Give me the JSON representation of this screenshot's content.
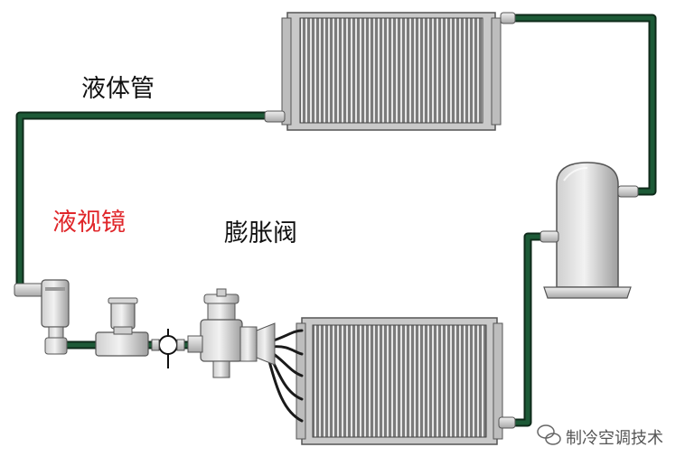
{
  "labels": {
    "liquid_line": "液体管",
    "sight_glass": "液视镜",
    "expansion_valve": "膨胀阀"
  },
  "watermark": {
    "text": "制冷空调技术",
    "icon": "wechat-icon"
  },
  "colors": {
    "pipe": "#1d5a37",
    "pipe_outline": "#0e2a1a",
    "sight_glass_label": "#e0262a",
    "label": "#111111",
    "watermark": "#555555"
  }
}
